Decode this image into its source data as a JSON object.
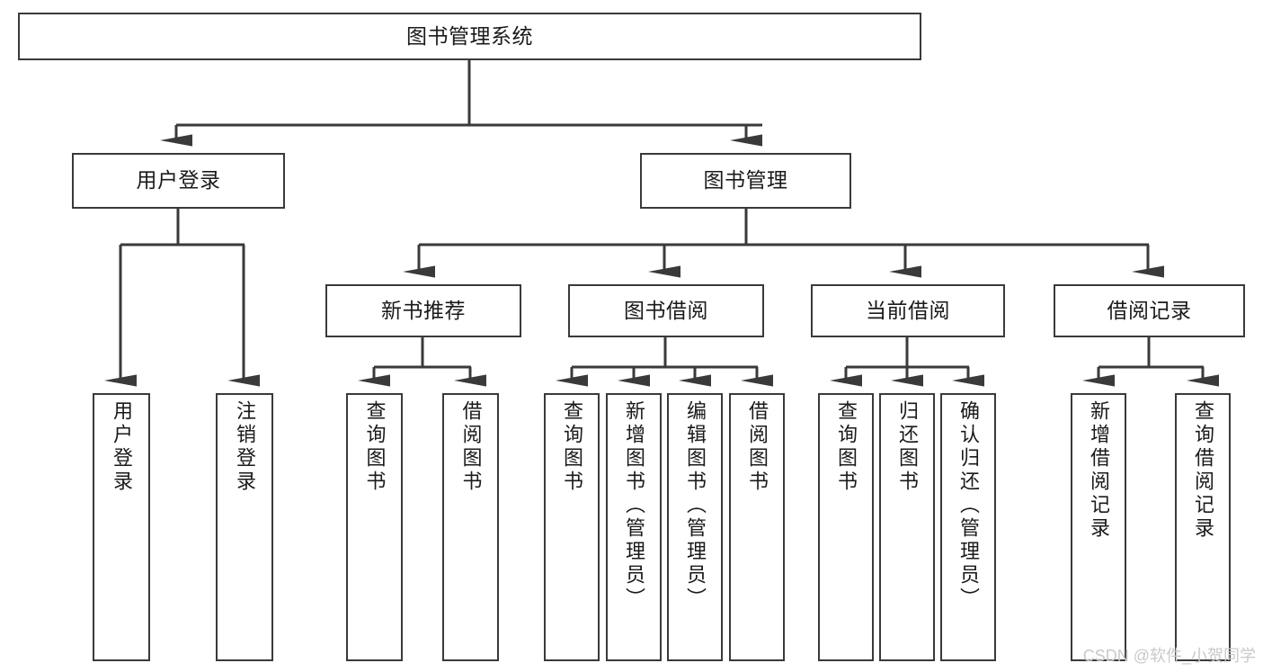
{
  "diagram": {
    "type": "tree-hierarchy",
    "title": "图书管理系统",
    "orientation": "top-down",
    "colors": {
      "box_border": "#3a3a3a",
      "box_fill": "#ffffff",
      "connector": "#3a3a3a",
      "text": "#1a1a1a",
      "watermark": "#c9c9c9",
      "background": "#ffffff"
    },
    "levels": [
      {
        "level": 1,
        "nodes": [
          {
            "id": "root",
            "label": "图书管理系统"
          }
        ]
      },
      {
        "level": 2,
        "nodes": [
          {
            "id": "user-login",
            "label": "用户登录",
            "parent": "root"
          },
          {
            "id": "book-management",
            "label": "图书管理",
            "parent": "root"
          }
        ]
      },
      {
        "level": 3,
        "nodes": [
          {
            "id": "new-book-recommend",
            "label": "新书推荐",
            "parent": "book-management"
          },
          {
            "id": "book-borrow",
            "label": "图书借阅",
            "parent": "book-management"
          },
          {
            "id": "current-borrow",
            "label": "当前借阅",
            "parent": "book-management"
          },
          {
            "id": "borrow-record",
            "label": "借阅记录",
            "parent": "book-management"
          }
        ]
      },
      {
        "level": 4,
        "nodes": [
          {
            "id": "leaf-user-login",
            "label": "用户登录",
            "parent": "user-login"
          },
          {
            "id": "leaf-user-logout",
            "label": "注销登录",
            "parent": "user-login"
          },
          {
            "id": "leaf-query-book-1",
            "label": "查询图书",
            "parent": "new-book-recommend"
          },
          {
            "id": "leaf-borrow-book-1",
            "label": "借阅图书",
            "parent": "new-book-recommend"
          },
          {
            "id": "leaf-query-book-2",
            "label": "查询图书",
            "parent": "book-borrow"
          },
          {
            "id": "leaf-add-book",
            "label": "新增图书（管理员）",
            "parent": "book-borrow"
          },
          {
            "id": "leaf-edit-book",
            "label": "编辑图书（管理员）",
            "parent": "book-borrow"
          },
          {
            "id": "leaf-borrow-book-2",
            "label": "借阅图书",
            "parent": "book-borrow"
          },
          {
            "id": "leaf-query-book-3",
            "label": "查询图书",
            "parent": "current-borrow"
          },
          {
            "id": "leaf-return-book",
            "label": "归还图书",
            "parent": "current-borrow"
          },
          {
            "id": "leaf-confirm-return",
            "label": "确认归还（管理员）",
            "parent": "current-borrow"
          },
          {
            "id": "leaf-add-record",
            "label": "新增借阅记录",
            "parent": "borrow-record"
          },
          {
            "id": "leaf-query-record",
            "label": "查询借阅记录",
            "parent": "borrow-record"
          }
        ]
      }
    ]
  },
  "watermark": {
    "text": "CSDN @软件_小贺同学"
  }
}
